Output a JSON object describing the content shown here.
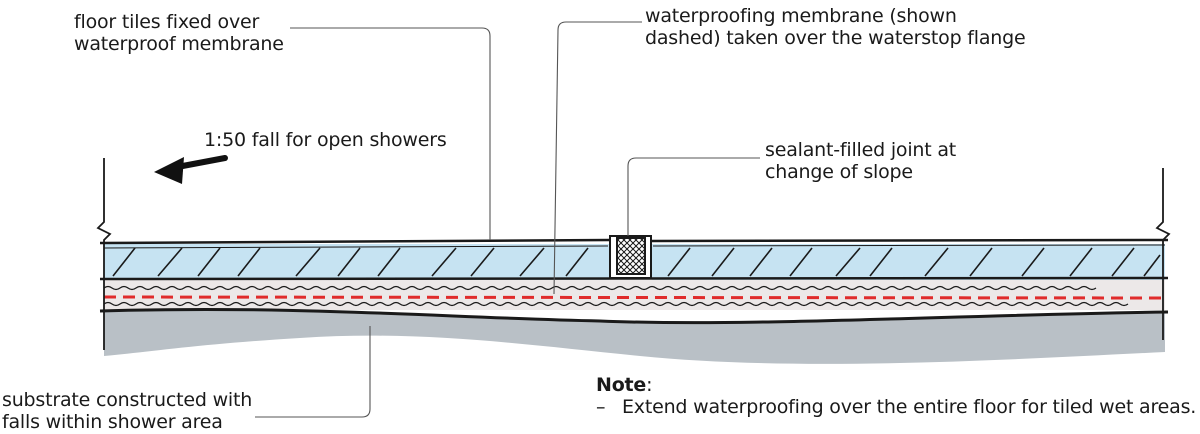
{
  "labels": {
    "tiles_line1": "floor tiles fixed over",
    "tiles_line2": "waterproof membrane",
    "membrane_line1": "waterproofing membrane (shown",
    "membrane_line2": "dashed) taken over the waterstop flange",
    "fall": "1:50 fall for open showers",
    "sealant_line1": "sealant-filled joint at",
    "sealant_line2": "change of slope",
    "substrate_line1": "substrate constructed with",
    "substrate_line2": "falls within shower area"
  },
  "note": {
    "heading": "Note",
    "colon": ":",
    "dash": "–",
    "text": "Extend waterproofing over the entire floor for tiled wet areas."
  },
  "colors": {
    "tile_fill": "#c6e3f2",
    "bedding_fill": "#ece8e8",
    "membrane_dash": "#e02b2b",
    "substrate_fill": "#b9c0c6",
    "outline": "#1a1a1a",
    "leader": "#555555"
  }
}
